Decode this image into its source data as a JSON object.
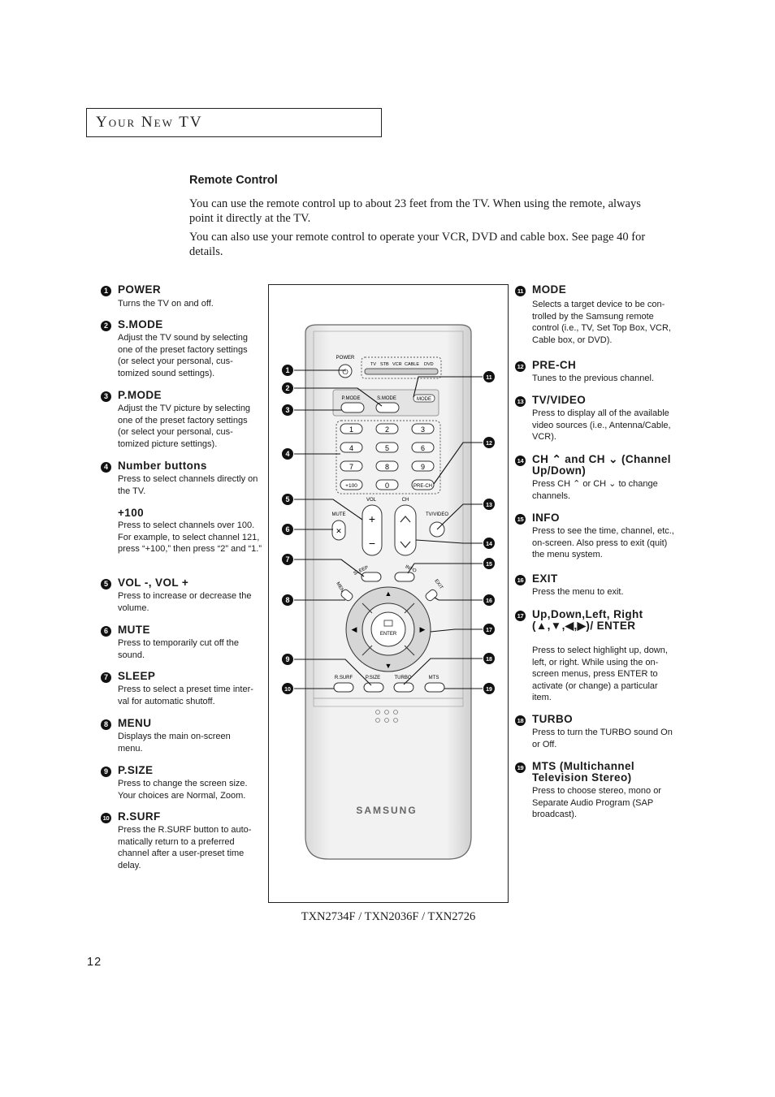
{
  "header": {
    "section_title": "Your New TV"
  },
  "page": {
    "heading": "Remote Control",
    "intro_1": "You can use the remote control up to about 23 feet from the TV. When using the remote, always point it directly at the TV.",
    "intro_2": "You can also use your remote control to operate your VCR, DVD and cable box. See page 40 for details.",
    "caption": "TXN2734F / TXN2036F / TXN2726",
    "page_number": "12"
  },
  "left_items": [
    {
      "num": "1",
      "title": "POWER",
      "desc": "Turns the TV on and off."
    },
    {
      "num": "2",
      "title": "S.MODE",
      "desc": "Adjust the TV sound by selecting one of the preset factory settings (or select your personal, cus- tomized sound settings)."
    },
    {
      "num": "3",
      "title": "P.MODE",
      "desc": "Adjust the TV picture by selecting one of the preset factory settings (or select your personal, cus- tomized picture settings)."
    },
    {
      "num": "4",
      "title": "Number buttons",
      "desc": "Press to select channels directly on the TV.",
      "sub_title": "+100",
      "sub_desc": "Press to select channels over 100. For example, to select channel 121, press “+100,” then press “2” and “1.”"
    },
    {
      "num": "5",
      "title": "VOL -, VOL +",
      "desc": "Press to increase or decrease the volume."
    },
    {
      "num": "6",
      "title": "MUTE",
      "desc": "Press to temporarily cut off the sound."
    },
    {
      "num": "7",
      "title": "SLEEP",
      "desc": "Press to select a preset time inter- val for automatic shutoff."
    },
    {
      "num": "8",
      "title": "MENU",
      "desc": "Displays the main on-screen menu."
    },
    {
      "num": "9",
      "title": "P.SIZE",
      "desc": "Press to change the screen size. Your choices are Normal, Zoom."
    },
    {
      "num": "10",
      "title": "R.SURF",
      "desc": "Press the R.SURF button to auto- matically return to a preferred channel after a user-preset time delay."
    }
  ],
  "right_items": [
    {
      "num": "11",
      "title": "MODE",
      "desc": "Selects a target device to be con- trolled by the Samsung remote control (i.e., TV, Set Top Box, VCR, Cable box, or DVD)."
    },
    {
      "num": "12",
      "title": "PRE-CH",
      "desc": "Tunes to the previous channel."
    },
    {
      "num": "13",
      "title": "TV/VIDEO",
      "desc": "Press to display all of the available video sources (i.e., Antenna/Cable, VCR)."
    },
    {
      "num": "14",
      "title": "CH ⌃ and CH ⌄ (Channel Up/Down)",
      "desc": "Press CH ⌃ or CH ⌄ to change channels."
    },
    {
      "num": "15",
      "title": "INFO",
      "desc": "Press to see the time, channel, etc., on-screen. Also press to exit (quit) the menu system."
    },
    {
      "num": "16",
      "title": "EXIT",
      "desc": "Press the menu to exit."
    },
    {
      "num": "17",
      "title": "Up,Down,Left, Right (▲,▼,◀,▶)/ ENTER",
      "desc": "Press to select highlight up, down, left, or right. While using the on- screen menus, press ENTER to activate (or change) a particular item."
    },
    {
      "num": "18",
      "title": "TURBO",
      "desc": "Press to turn the TURBO sound On or Off."
    },
    {
      "num": "19",
      "title": "MTS (Multichannel Television Stereo)",
      "desc": "Press to choose stereo, mono or Separate Audio Program (SAP broadcast)."
    }
  ],
  "remote": {
    "brand": "SAMSUNG",
    "labels": {
      "power": "POWER",
      "tv": "TV",
      "stb": "STB",
      "vcr": "VCR",
      "cable": "CABLE",
      "dvd": "DVD",
      "pmode": "P.MODE",
      "smode": "S.MODE",
      "mode": "MODE",
      "vol": "VOL",
      "ch": "CH",
      "mute": "MUTE",
      "tvvideo": "TV/VIDEO",
      "sleep": "SLEEP",
      "info": "INFO",
      "menu": "MENU",
      "exit": "EXIT",
      "enter": "ENTER",
      "rsurf": "R.SURF",
      "psize": "P.SIZE",
      "turbo": "TURBO",
      "mts": "MTS",
      "plus100": "+100",
      "prech": "PRE-CH",
      "k1": "1",
      "k2": "2",
      "k3": "3",
      "k4": "4",
      "k5": "5",
      "k6": "6",
      "k7": "7",
      "k8": "8",
      "k9": "9",
      "k0": "0"
    }
  }
}
